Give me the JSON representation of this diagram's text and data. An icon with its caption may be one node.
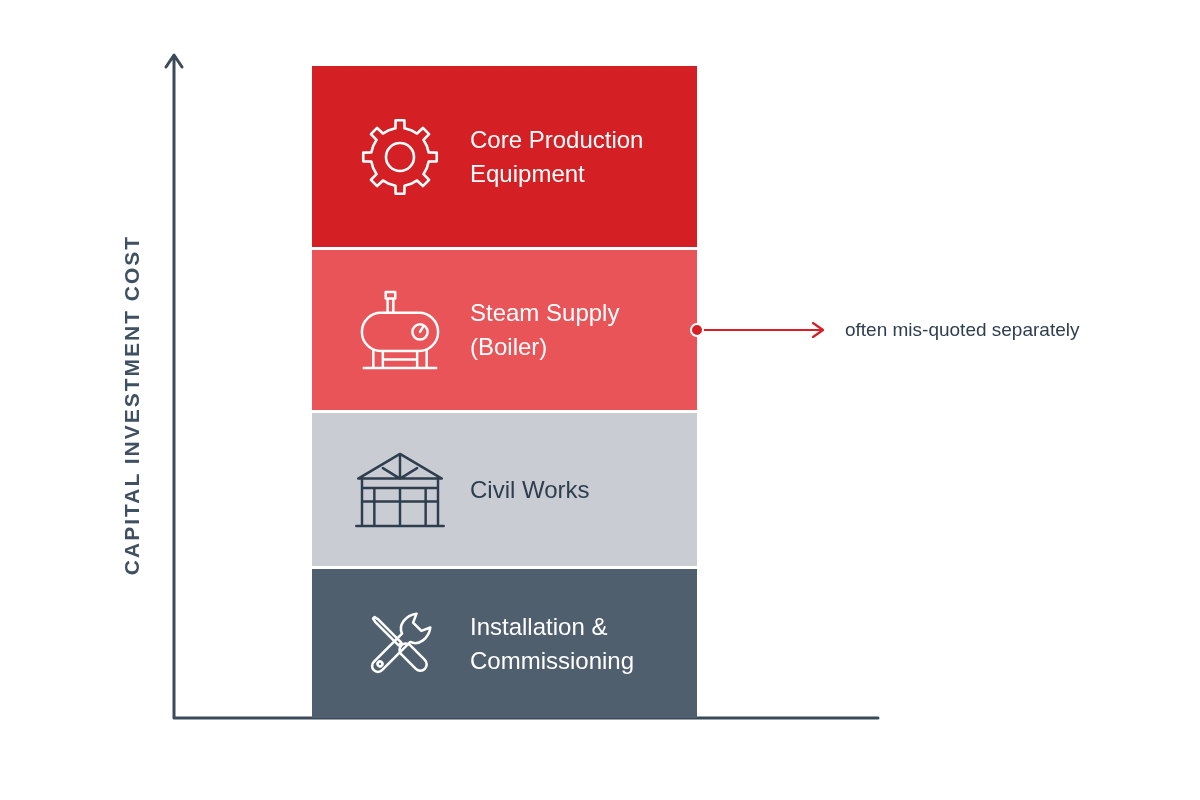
{
  "diagram": {
    "nodes": [
      {
        "text": [
          "Core Production Equipment"
        ]
      },
      {
        "text": [
          "Steam Supply (Boiler)"
        ]
      },
      {
        "text": [
          "Civil Works"
        ]
      },
      {
        "text": [
          "Installation & Commissioning"
        ]
      },
      {
        "text": [
          "often mis-quoted separately"
        ]
      }
    ],
    "edges": [
      {
        "from": 1,
        "to": 4,
        "arrow": "to",
        "color": "#d91f26"
      }
    ],
    "labels": [
      "CAPITAL INVESTMENT COST"
    ]
  }
}
